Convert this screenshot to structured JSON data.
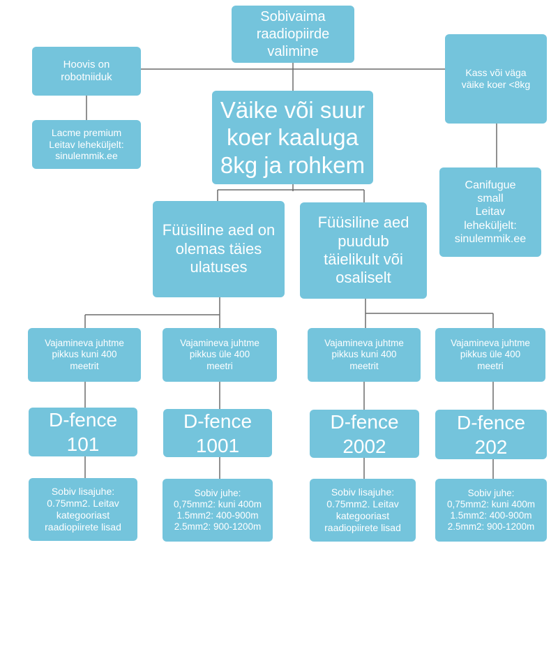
{
  "root": "Sobivaima\nraadiopiirde\nvalimine",
  "left_option": "Hoovis on\nrobotniiduk",
  "left_result": "Lacme premium\nLeitav lehekülјelt:\nsinulemmik.ee",
  "right_option": "Kass või väga\nväike koer <8kg",
  "right_result": "Canifugue\nsmall\nLeitav\nlehekülјelt:\nsinulemmik.ee",
  "center_option": "Väike või suur\nkoer kaaluga\n8kg ja rohkem",
  "fence_full": "Füüsiline aed on\nolemas täies\nulatuses",
  "fence_partial": "Füüsiline aed\npuudub\ntäielikult või\nosaliselt",
  "branches": [
    {
      "length": "Vajamineva juhtme\npikkus kuni 400\nmeetrit",
      "product": "D-fence\n101",
      "wire": "Sobiv lisajuhe:\n0.75mm2. Leitav\nkategooriast\nraadiopiirete lisad"
    },
    {
      "length": "Vajamineva juhtme\npikkus üle 400\nmeetri",
      "product": "D-fence\n1001",
      "wire": "Sobiv juhe:\n0,75mm2: kuni 400m\n1.5mm2: 400-900m\n2.5mm2: 900-1200m"
    },
    {
      "length": "Vajamineva juhtme\npikkus kuni 400\nmeetrit",
      "product": "D-fence\n2002",
      "wire": "Sobiv lisajuhe:\n0.75mm2. Leitav\nkategooriast\nraadiopiirete lisad"
    },
    {
      "length": "Vajamineva juhtme\npikkus üle 400\nmeetri",
      "product": "D-fence\n202",
      "wire": "Sobiv juhe:\n0,75mm2: kuni 400m\n1.5mm2: 400-900m\n2.5mm2: 900-1200m"
    }
  ],
  "colors": {
    "box": "#74c4dc",
    "text": "#ffffff",
    "connector": "#6b6b6b"
  }
}
